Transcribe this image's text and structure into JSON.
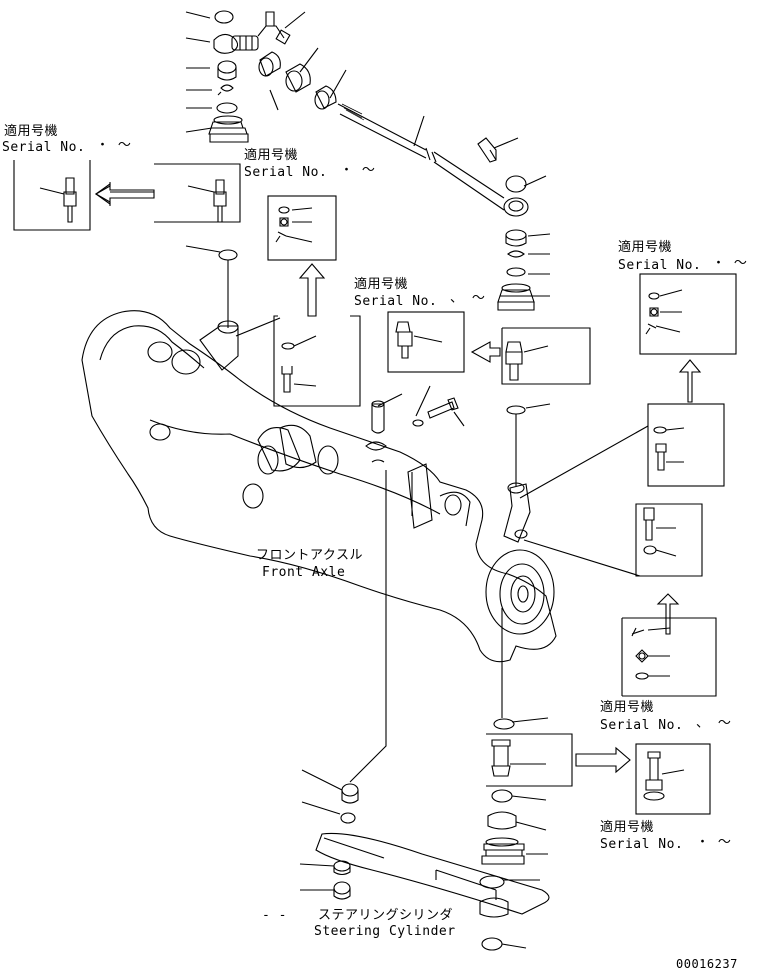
{
  "labels": {
    "applicable": "適用号機",
    "serial": "Serial No.",
    "serial_range_a": "・ ～",
    "serial_range_b": "、 ～",
    "front_axle_jp": "フロントアクスル",
    "front_axle_en": "Front Axle",
    "steering_jp": "ステアリングシリンダ",
    "steering_en": "Steering Cylinder",
    "dash": "- -",
    "figure_number": "00016237"
  },
  "colors": {
    "line": "#000000",
    "background": "#ffffff"
  }
}
